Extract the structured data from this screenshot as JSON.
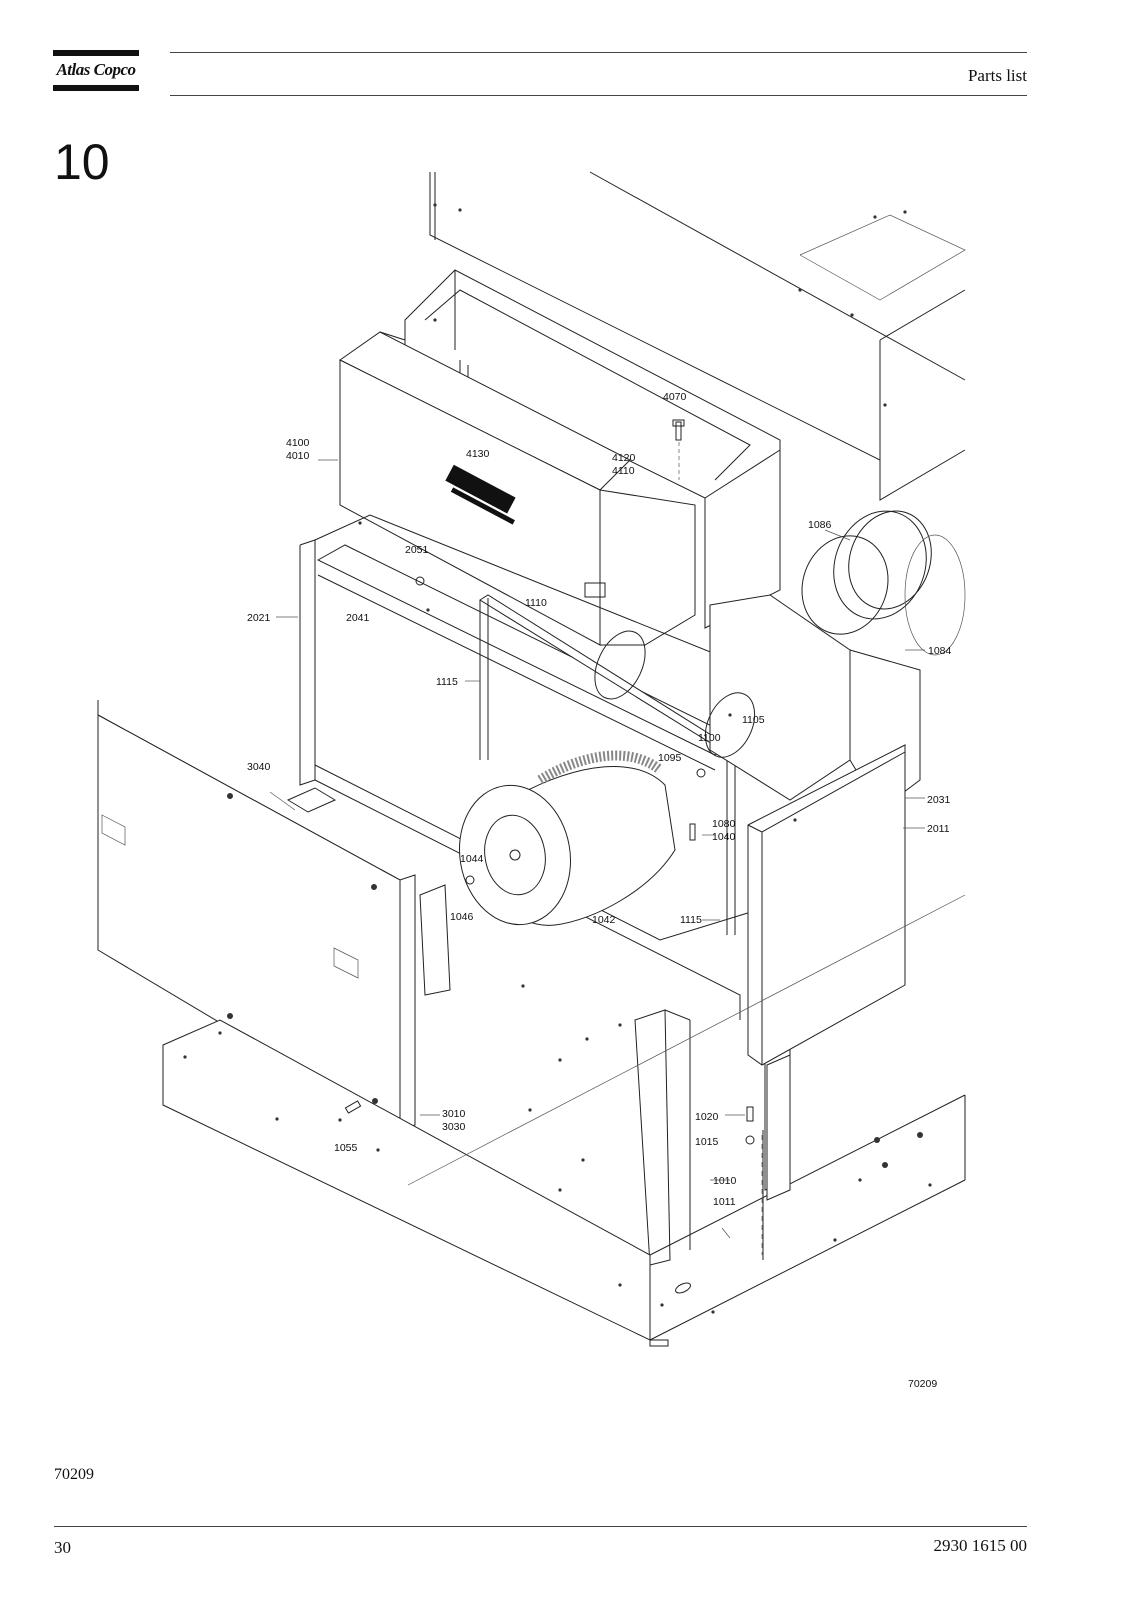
{
  "header": {
    "brand": "Atlas Copco",
    "section_title": "Parts list"
  },
  "section_number": "10",
  "drawing": {
    "figure_id": "70209",
    "callouts": [
      {
        "id": "c4070",
        "text": "4070"
      },
      {
        "id": "c4100",
        "text": "4100"
      },
      {
        "id": "c4010",
        "text": "4010"
      },
      {
        "id": "c4130",
        "text": "4130"
      },
      {
        "id": "c4120",
        "text": "4120"
      },
      {
        "id": "c4110",
        "text": "4110"
      },
      {
        "id": "c1086",
        "text": "1086"
      },
      {
        "id": "c2051",
        "text": "2051"
      },
      {
        "id": "c2021",
        "text": "2021"
      },
      {
        "id": "c2041",
        "text": "2041"
      },
      {
        "id": "c1110",
        "text": "1110"
      },
      {
        "id": "c1084",
        "text": "1084"
      },
      {
        "id": "c1115a",
        "text": "1115"
      },
      {
        "id": "c1105",
        "text": "1105"
      },
      {
        "id": "c1100",
        "text": "1100"
      },
      {
        "id": "c1095",
        "text": "1095"
      },
      {
        "id": "c3040",
        "text": "3040"
      },
      {
        "id": "c2031",
        "text": "2031"
      },
      {
        "id": "c2011",
        "text": "2011"
      },
      {
        "id": "c1080",
        "text": "1080"
      },
      {
        "id": "c1040",
        "text": "1040"
      },
      {
        "id": "c1044",
        "text": "1044"
      },
      {
        "id": "c1046",
        "text": "1046"
      },
      {
        "id": "c1042",
        "text": "1042"
      },
      {
        "id": "c1115b",
        "text": "1115"
      },
      {
        "id": "c3010",
        "text": "3010"
      },
      {
        "id": "c3030",
        "text": "3030"
      },
      {
        "id": "c1055",
        "text": "1055"
      },
      {
        "id": "c1020",
        "text": "1020"
      },
      {
        "id": "c1015",
        "text": "1015"
      },
      {
        "id": "c1010",
        "text": "1010"
      },
      {
        "id": "c1011",
        "text": "1011"
      }
    ]
  },
  "figure_reference": "70209",
  "footer": {
    "page_number": "30",
    "document_number": "2930 1615 00"
  }
}
